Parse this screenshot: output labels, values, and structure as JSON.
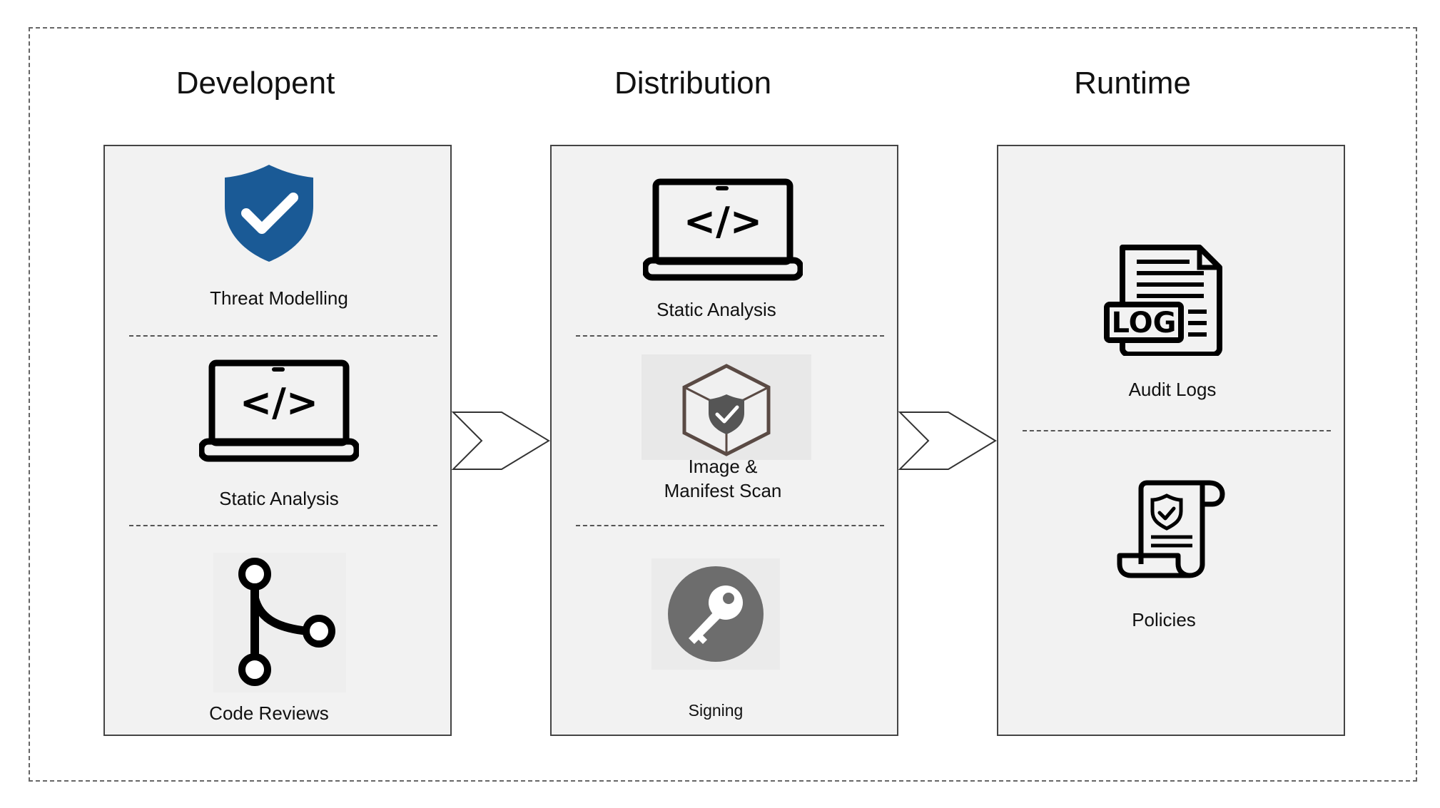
{
  "stages": [
    {
      "title": "Developent",
      "items": [
        "Threat Modelling",
        "Static Analysis",
        "Code Reviews"
      ]
    },
    {
      "title": "Distribution",
      "items": [
        "Static Analysis",
        "Image &\nManifest Scan",
        "Signing"
      ]
    },
    {
      "title": "Runtime",
      "items": [
        "Audit Logs",
        "Policies"
      ]
    }
  ],
  "icons": {
    "log_text": "LOG",
    "code_text": "</>"
  },
  "colors": {
    "shield_blue": "#1a5a96",
    "signing_circle": "#6d6d6d",
    "panel_bg": "#f2f2f2"
  }
}
